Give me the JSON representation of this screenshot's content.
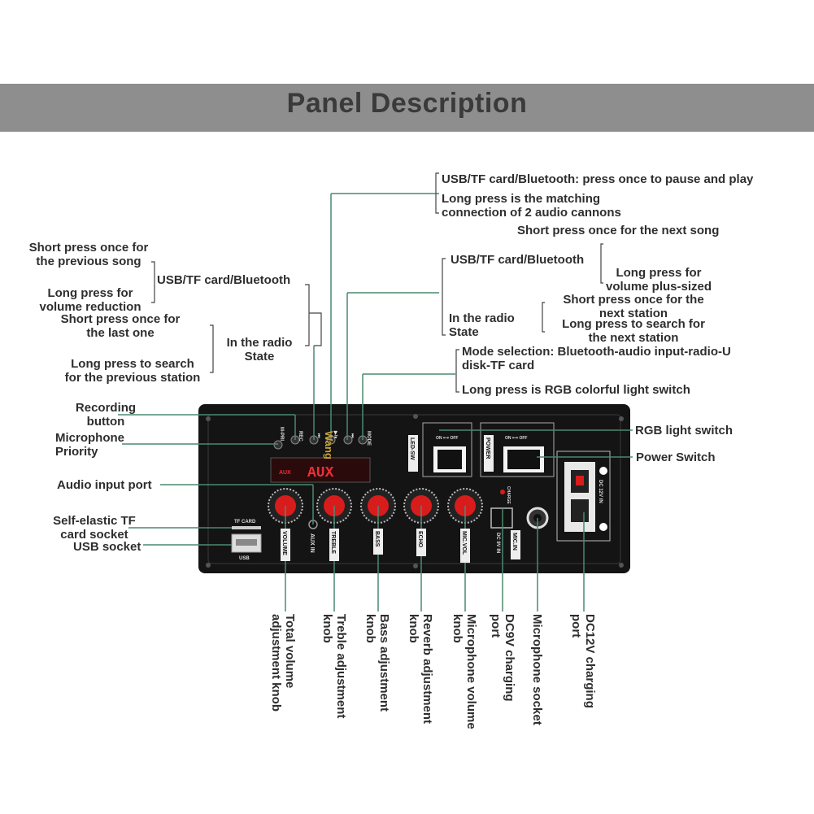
{
  "title": "Panel Description",
  "colors": {
    "banner": "#8e8e8e",
    "panel": "#141414",
    "knob_red": "#d81c1c",
    "leader": "#4a8a6e"
  },
  "callouts": {
    "pause_play": "USB/TF card/Bluetooth: press once to pause and play",
    "long_press_match_1": "Long press is the matching",
    "long_press_match_2": "connection of 2 audio cannons",
    "next_song": "Short press once for the next song",
    "usb_tf_bt_right": "USB/TF card/Bluetooth",
    "vol_plus_1": "Long press for",
    "vol_plus_2": "volume plus-sized",
    "radio_right_1": "In the radio",
    "radio_right_2": "State",
    "next_station_1": "Short press once for the",
    "next_station_2": "next station",
    "search_next_1": "Long press to search for",
    "search_next_2": "the next station",
    "mode_sel_1": "Mode selection: Bluetooth-audio input-radio-U",
    "mode_sel_2": "disk-TF card",
    "rgb_long": "Long press is RGB colorful light switch",
    "prev_song_1": "Short press once for",
    "prev_song_2": "the previous song",
    "usb_tf_bt_left": "USB/TF card/Bluetooth",
    "vol_red_1": "Long press for",
    "vol_red_2": "volume reduction",
    "last_one_1": "Short press once for",
    "last_one_2": "the last one",
    "radio_left_1": "In the radio",
    "radio_left_2": "State",
    "search_prev_1": "Long press to search",
    "search_prev_2": "for the previous station",
    "rec_btn_1": "Recording",
    "rec_btn_2": "button",
    "mic_pri_1": "Microphone",
    "mic_pri_2": "Priority",
    "audio_in": "Audio input port",
    "tf_socket_1": "Self-elastic TF",
    "tf_socket_2": "card socket",
    "usb_socket": "USB socket",
    "rgb_switch": "RGB light switch",
    "power_switch": "Power Switch"
  },
  "bottom_labels": {
    "volume": "Total volume adjustment knob",
    "treble": "Treble adjustment knob",
    "bass": "Bass adjustment knob",
    "reverb": "Reverb adjustment knob",
    "mic_vol": "Microphone volume knob",
    "dc9v": "DC9V charging port",
    "mic_socket": "Microphone socket",
    "dc12v": "DC12V charging port"
  },
  "panel": {
    "display": "AUX",
    "display_tag": "AUX",
    "btn_labels": [
      "M-PRI",
      "REC",
      "⏮",
      "▶/⏸",
      "⏭",
      "MODE"
    ],
    "brand": "Wang",
    "knobs": [
      "VOLUME",
      "TREBLE",
      "BASS",
      "ECHO",
      "MIC.VOL"
    ],
    "aux_in": "AUX IN",
    "tf_card": "TF CARD",
    "usb": "USB",
    "led_sw": "LED-SW",
    "power": "POWER",
    "on_off": "ON ⟷ OFF",
    "charge": "CHARGE",
    "dc9v": "DC 9V IN",
    "mic_in": "MIC.IN",
    "dc12v": "DC 12V IN"
  }
}
